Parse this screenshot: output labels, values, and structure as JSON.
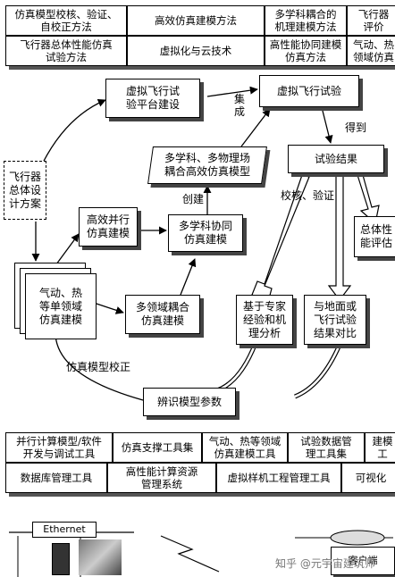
{
  "top_table": {
    "row1": [
      "仿真模型校核、验证、\n自校正方法",
      "高效仿真建模方法",
      "多学科耦合的\n机理建模方法",
      "飞行器\n评价"
    ],
    "row2": [
      "飞行器总体性能仿真\n试验方法",
      "虚拟化与云技术",
      "高性能协同建模\n仿真方法",
      "气动、热\n领域仿真"
    ]
  },
  "nodes": {
    "virtual_platform": "虚拟飞行试\n验平台建设",
    "virtual_flight_test": "虚拟飞行试验",
    "multi_physics_model": "多学科、多物理场\n耦合高效仿真模型",
    "test_results": "试验结果",
    "aircraft_scheme": "飞行器\n总体设\n计方案",
    "parallel_model": "高效并行\n仿真建模",
    "collab_model": "多学科协同\n仿真建模",
    "overall_eval": "总体性\n能评估",
    "multi_field_docs": "气动、热\n等单领域\n仿真建模",
    "multi_field_coupling": "多领域耦合\n仿真建模",
    "expert_analysis": "基于专家\n经验和机\n理分析",
    "ground_compare": "与地面或\n飞行试验\n结果对比",
    "identify_params": "辨识模型参数"
  },
  "labels": {
    "integrate": "集\n成",
    "obtain": "得到",
    "create": "创建",
    "verify": "校核、验证",
    "model_correction": "仿真模型校正"
  },
  "bottom_table": {
    "row1": [
      "并行计算模型/软件\n开发与调试工具",
      "仿真支撑工具集",
      "气动、热等领域\n仿真建模工具",
      "试验数据管\n理工具集",
      "建模\n工"
    ],
    "row2": [
      "数据库管理工具",
      "高性能计算资源\n管理系统",
      "虚拟样机工程管理工具",
      "可视化"
    ]
  },
  "network": {
    "ethernet": "Ethernet",
    "right_label": "客户端",
    "watermark": "知乎 @元宇宙建筑师"
  }
}
